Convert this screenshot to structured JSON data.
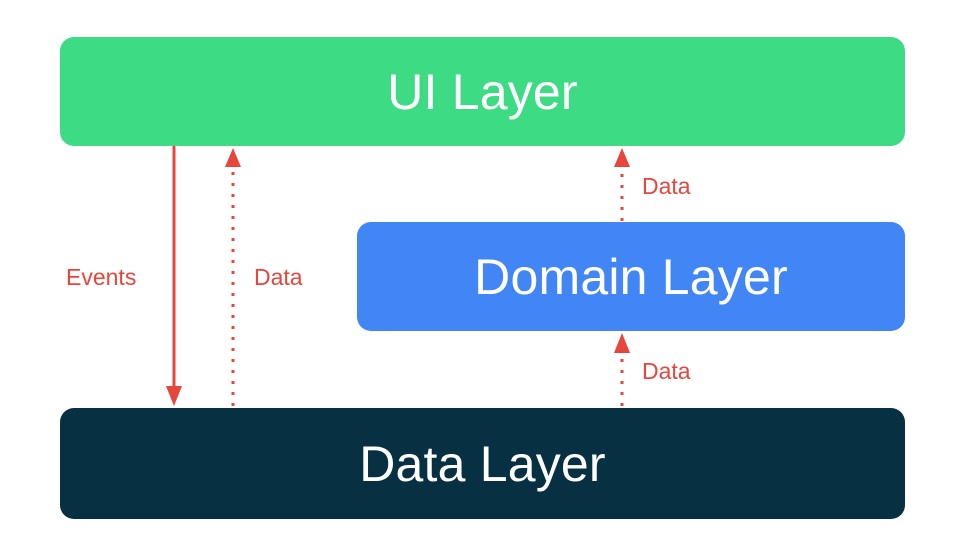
{
  "colors": {
    "ui_layer": "#3ddc84",
    "domain_layer": "#4285f4",
    "data_layer": "#073042",
    "layer_text": "#ffffff",
    "arrow": "#e8453c"
  },
  "layers": {
    "ui": "UI Layer",
    "domain": "Domain Layer",
    "data": "Data Layer"
  },
  "flows": {
    "events": "Events",
    "data_to_ui": "Data",
    "domain_to_ui": "Data",
    "data_to_domain": "Data"
  }
}
